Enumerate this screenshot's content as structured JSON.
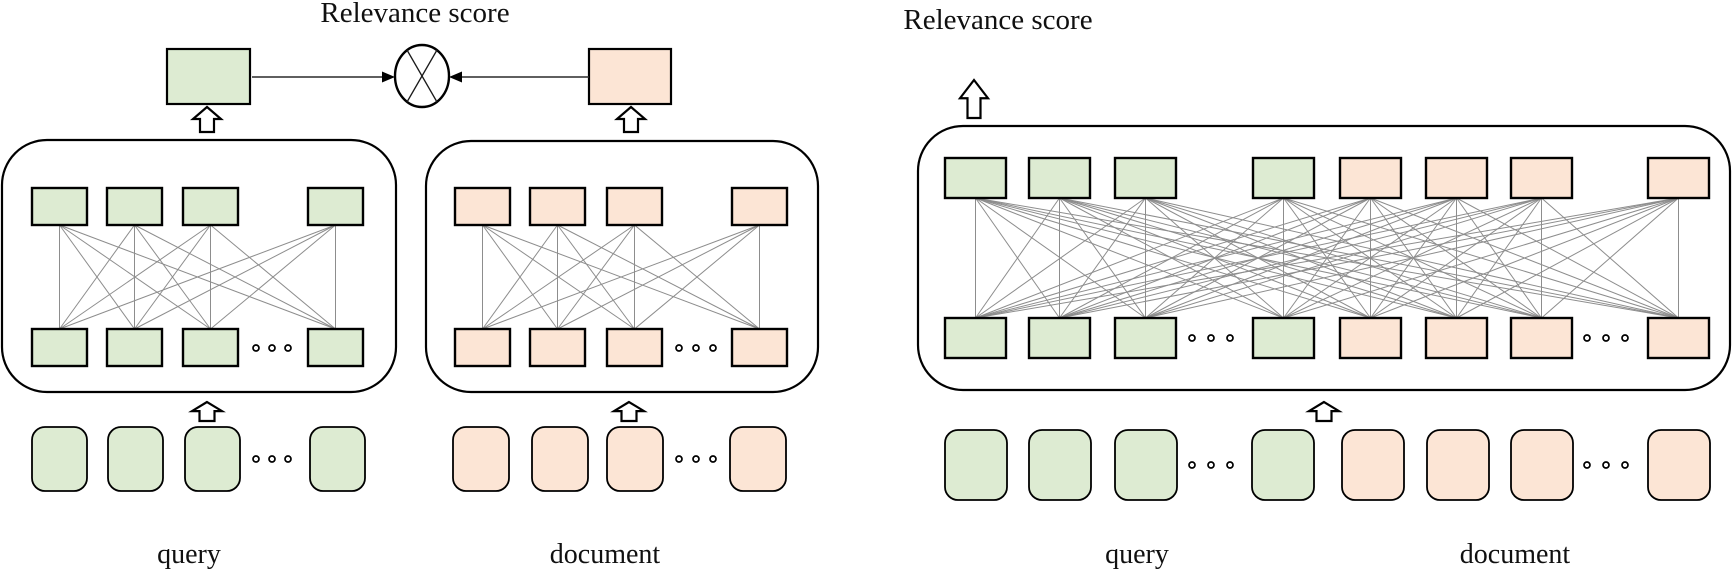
{
  "figure": {
    "left": {
      "architecture": "bi-encoder",
      "title": "Relevance score",
      "operator_icon": "multiply-circle",
      "query": {
        "label": "query",
        "visible_tokens": 4,
        "ellipsis": "..."
      },
      "document": {
        "label": "document",
        "visible_tokens": 4,
        "ellipsis": "..."
      }
    },
    "right": {
      "architecture": "cross-encoder",
      "title": "Relevance score",
      "query": {
        "label": "query",
        "visible_tokens": 4,
        "ellipsis": "..."
      },
      "document": {
        "label": "document",
        "visible_tokens": 4,
        "ellipsis": "..."
      }
    },
    "colors": {
      "query_fill": "#ddebd2",
      "document_fill": "#fce5d5",
      "box_stroke": "#000000",
      "connection_line": "#8d8d8d",
      "background": "#ffffff"
    }
  }
}
